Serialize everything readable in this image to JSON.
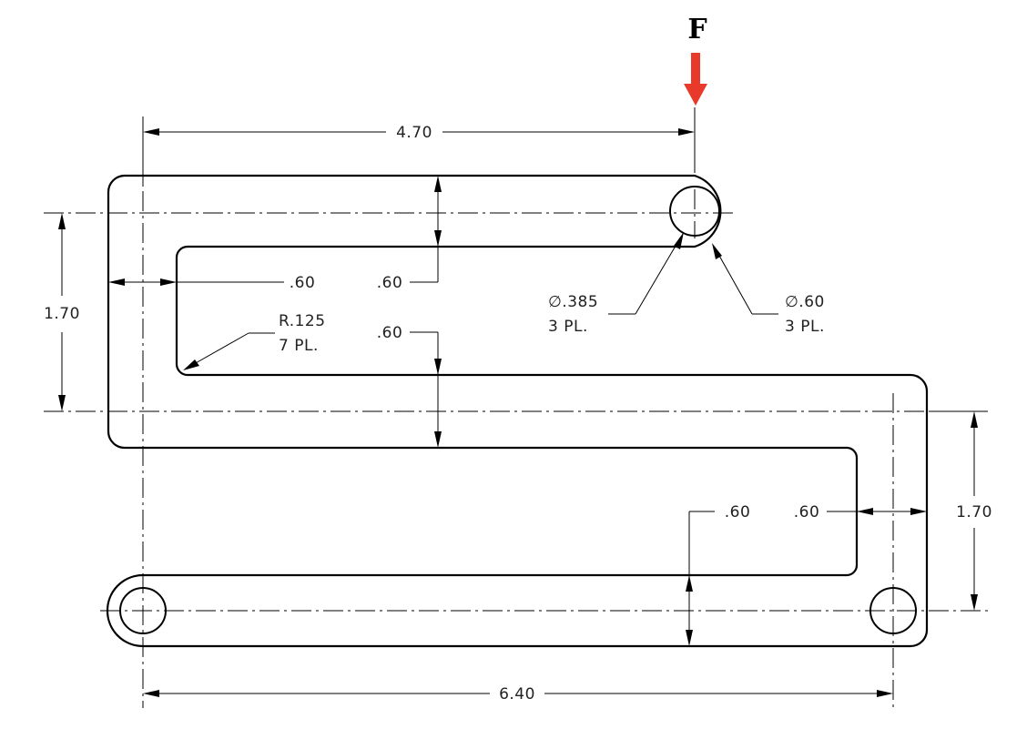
{
  "force": {
    "label": "F",
    "color": "#e8392b"
  },
  "dims": {
    "top_length": "4.70",
    "bottom_length": "6.40",
    "left_height": "1.70",
    "right_height": "1.70",
    "wall_left": ".60",
    "wall_top": ".60",
    "wall_mid": ".60",
    "wall_bottom": ".60",
    "wall_right": ".60"
  },
  "notes": {
    "fillet_radius": "R.125",
    "fillet_count": "7 PL.",
    "hole_diameter": "∅.385",
    "hole_count": "3 PL.",
    "boss_diameter": "∅.60",
    "boss_count": "3 PL."
  }
}
